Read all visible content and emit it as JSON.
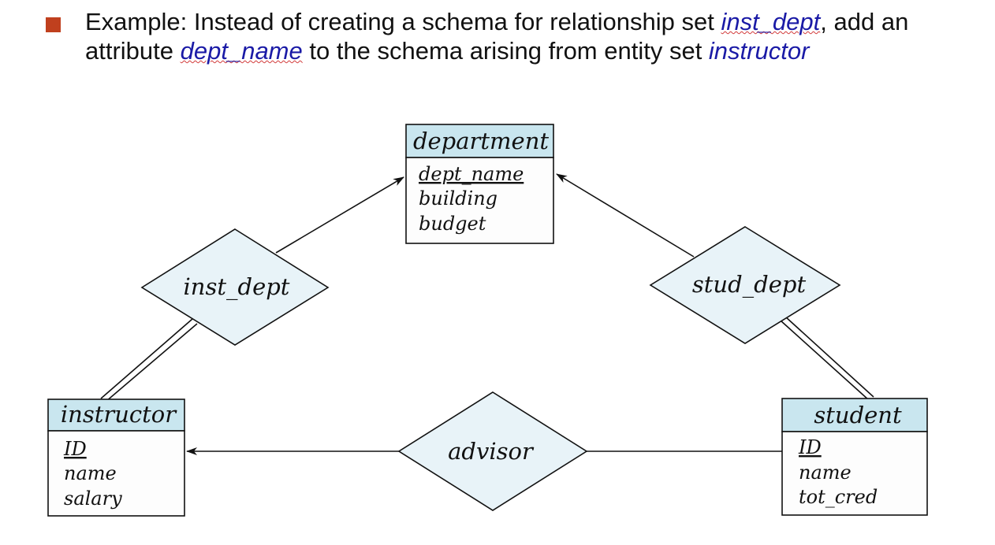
{
  "slide": {
    "bullet_color": "#c0401e",
    "text_before_1": "Example: Instead of creating a schema for relationship set ",
    "keyword_1": "inst_dept",
    "text_after_1": ", add an attribute ",
    "keyword_2": "dept_name",
    "text_after_2": " to the schema arising from entity set ",
    "keyword_3": "instructor"
  },
  "diagram": {
    "header_color": "#c9e6ef",
    "relationship_fill": "#e8f3f8",
    "entities": {
      "department": {
        "title": "department",
        "attrs": [
          "dept_name",
          "building",
          "budget"
        ]
      },
      "instructor": {
        "title": "instructor",
        "attrs": [
          "ID",
          "name",
          "salary"
        ]
      },
      "student": {
        "title": "student",
        "attrs": [
          "ID",
          "name",
          "tot_cred"
        ]
      }
    },
    "relationships": {
      "inst_dept": "inst_dept",
      "stud_dept": "stud_dept",
      "advisor": "advisor"
    }
  }
}
